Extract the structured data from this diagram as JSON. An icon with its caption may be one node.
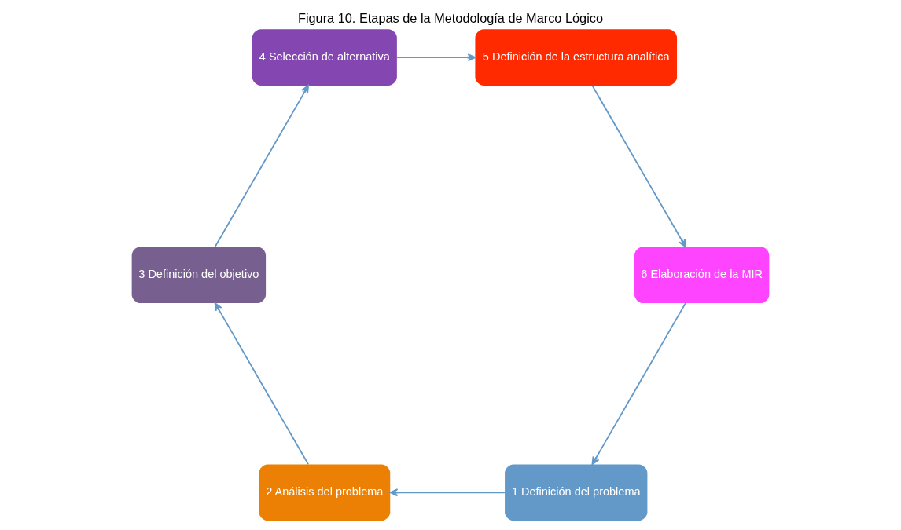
{
  "diagram": {
    "title": "Figura 10. Etapas de la Metodología de Marco Lógico",
    "nodes": [
      {
        "text": [
          "1 Definición del problema"
        ]
      },
      {
        "text": [
          "2 Análisis del problema"
        ]
      },
      {
        "text": [
          "3 Definición del objetivo"
        ]
      },
      {
        "text": [
          "4 Selección de alternativa"
        ]
      },
      {
        "text": [
          "5 Definición de la estructura analítica"
        ]
      },
      {
        "text": [
          "6 Elaboración de la MIR"
        ]
      }
    ],
    "edges": [
      {
        "from": 0,
        "to": 1,
        "arrow": "to"
      },
      {
        "from": 1,
        "to": 2,
        "arrow": "to"
      },
      {
        "from": 2,
        "to": 3,
        "arrow": "to"
      },
      {
        "from": 3,
        "to": 4,
        "arrow": "to"
      },
      {
        "from": 4,
        "to": 5,
        "arrow": "to"
      },
      {
        "from": 5,
        "to": 0,
        "arrow": "to"
      }
    ]
  }
}
